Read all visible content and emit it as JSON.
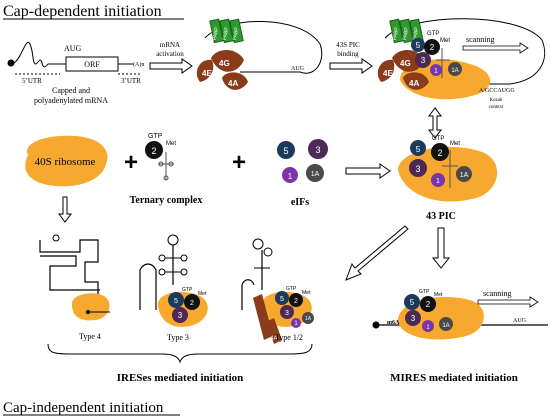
{
  "titles": {
    "cap_dependent": "Cap-dependent initiation",
    "cap_independent": "Cap-independent initiation"
  },
  "mrna": {
    "aug": "AUG",
    "orf": "ORF",
    "poly_a": "(A)n",
    "utr5": "5’UTR",
    "utr3": "3’UTR",
    "caption_line1": "Capped and",
    "caption_line2": "polyadenylated mRNA"
  },
  "arrows": {
    "activation_line1": "mRNA",
    "activation_line2": "activation",
    "binding_line1": "43S PIC",
    "binding_line2": "binding"
  },
  "factors": {
    "e4E": "4E",
    "e4G": "4G",
    "e4A": "4A",
    "pabp": "PABP",
    "e5": "5",
    "e3": "3",
    "e1": "1",
    "e1A": "1A",
    "e2": "2"
  },
  "labels": {
    "gtp": "GTP",
    "met": "Met",
    "scanning": "scanning",
    "kozak_seq": "A/GCCAUGG",
    "kozak_line1": "Kozak",
    "kozak_line2": "context",
    "ribosome_40s": "40S ribosome",
    "ternary_complex": "Ternary complex",
    "eifs": "eIFs",
    "pic_43": "43 PIC",
    "type4": "Type 4",
    "type3": "Type 3",
    "type12": "Type 1/2",
    "ires_mediated": "IRESes mediated initiation",
    "mires_mediated": "MIRES mediated initiation",
    "m6a": "m6A",
    "aug_mires": "AUG"
  },
  "colors": {
    "ribosome": "#f7a82e",
    "pabp": "#2e9a2e",
    "eif4": "#8b3a1a",
    "eif5": "#1b3a5c",
    "eif3": "#4d2a55",
    "eif1": "#7b35a8",
    "eif1A": "#4a4a4a",
    "eif2": "#111111"
  }
}
